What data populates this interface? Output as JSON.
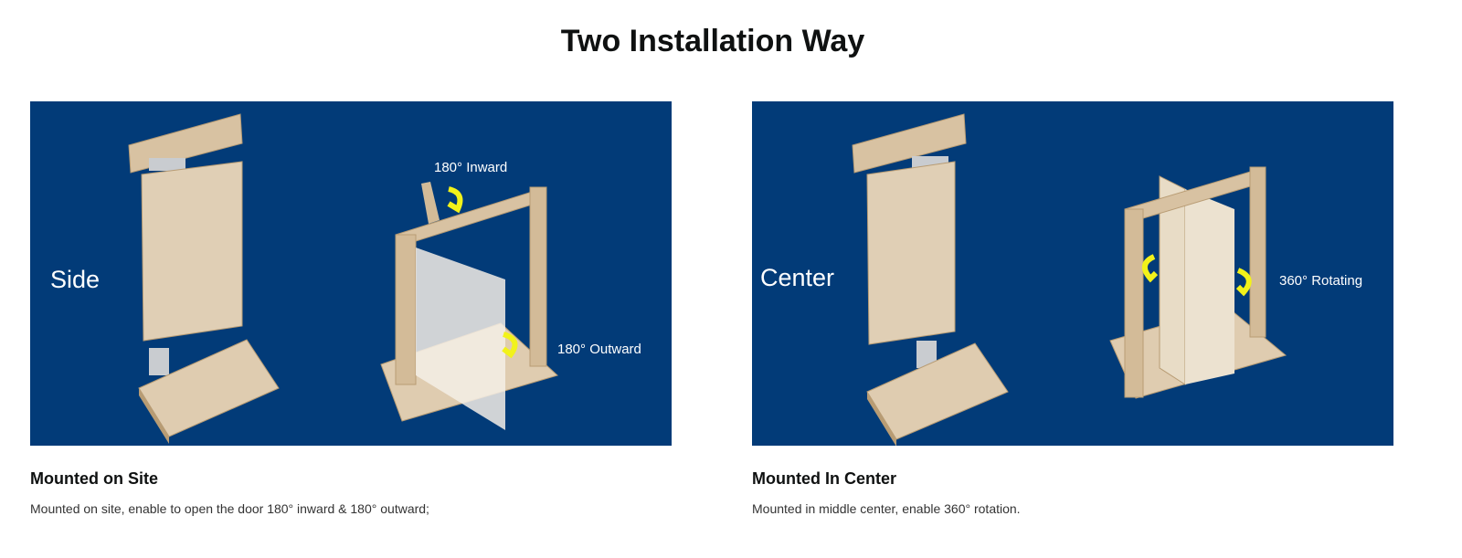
{
  "title": "Two Installation Way",
  "colors": {
    "panel_bg": "#023b78",
    "wood": "#dcc7a8",
    "arrow": "#f2f21a"
  },
  "cards": [
    {
      "image_label": "Side",
      "annotations": [
        "180° Inward",
        "180° Outward"
      ],
      "heading": "Mounted on Site",
      "description": "Mounted on site, enable to open the door 180° inward & 180° outward;"
    },
    {
      "image_label": "Center",
      "annotations": [
        "360° Rotating"
      ],
      "heading": "Mounted In Center",
      "description": "Mounted in middle center, enable 360° rotation."
    }
  ]
}
